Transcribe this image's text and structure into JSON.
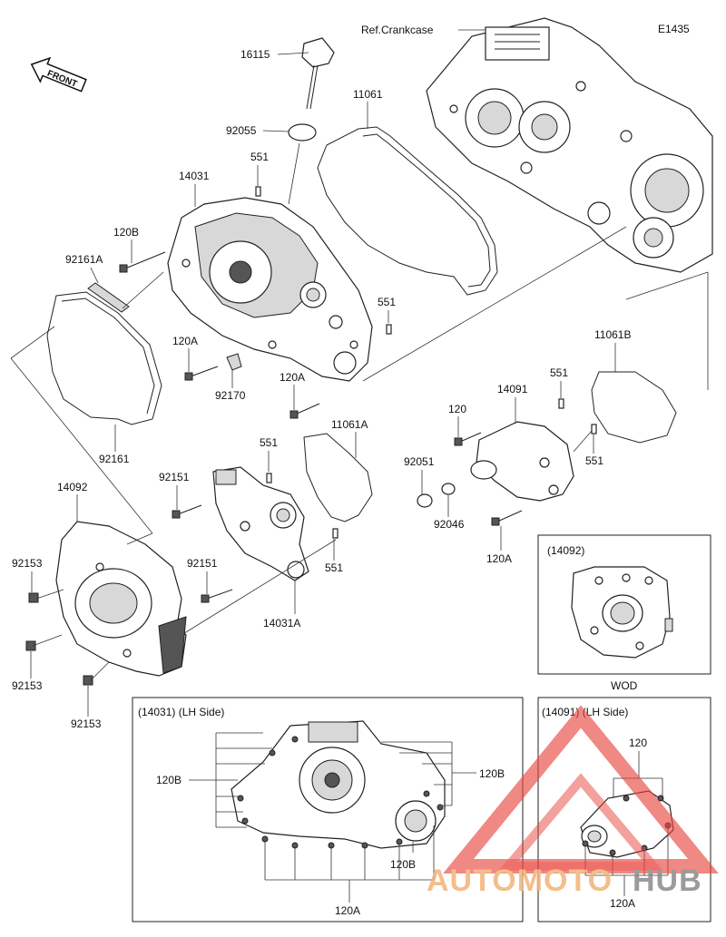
{
  "code": "E1435",
  "front_label": "FRONT",
  "ref_crankcase": "Ref.Crankcase",
  "parts": {
    "p16115": "16115",
    "p92055": "92055",
    "p11061": "11061",
    "p551_a": "551",
    "p14031": "14031",
    "p120B": "120B",
    "p92161A": "92161A",
    "p551_b": "551",
    "p120A_a": "120A",
    "p92170": "92170",
    "p120A_b": "120A",
    "p92161": "92161",
    "p11061A": "11061A",
    "p551_c": "551",
    "p92151_a": "92151",
    "p14092": "14092",
    "p92153_a": "92153",
    "p92151_b": "92151",
    "p551_d": "551",
    "p14031A": "14031A",
    "p92153_b": "92153",
    "p92153_c": "92153",
    "p11061B": "11061B",
    "p551_e": "551",
    "p14091": "14091",
    "p120": "120",
    "p92051": "92051",
    "p551_f": "551",
    "p92046": "92046",
    "p120A_c": "120A"
  },
  "inset_wod": {
    "header": "(14092)",
    "caption": "WOD"
  },
  "inset_lh1": {
    "header": "(14031) (LH Side)",
    "label_120B_left": "120B",
    "label_120B_right": "120B",
    "label_120B_bottom": "120B",
    "label_120A": "120A"
  },
  "inset_lh2": {
    "header": "(14091) (LH Side)",
    "label_120": "120",
    "label_120A": "120A"
  },
  "watermark": {
    "part1": "AUTOMOTO",
    "part2": "HUB",
    "color1": "#f2b37a",
    "color2": "#8a8a8a",
    "logo_color": "#e8463f"
  }
}
